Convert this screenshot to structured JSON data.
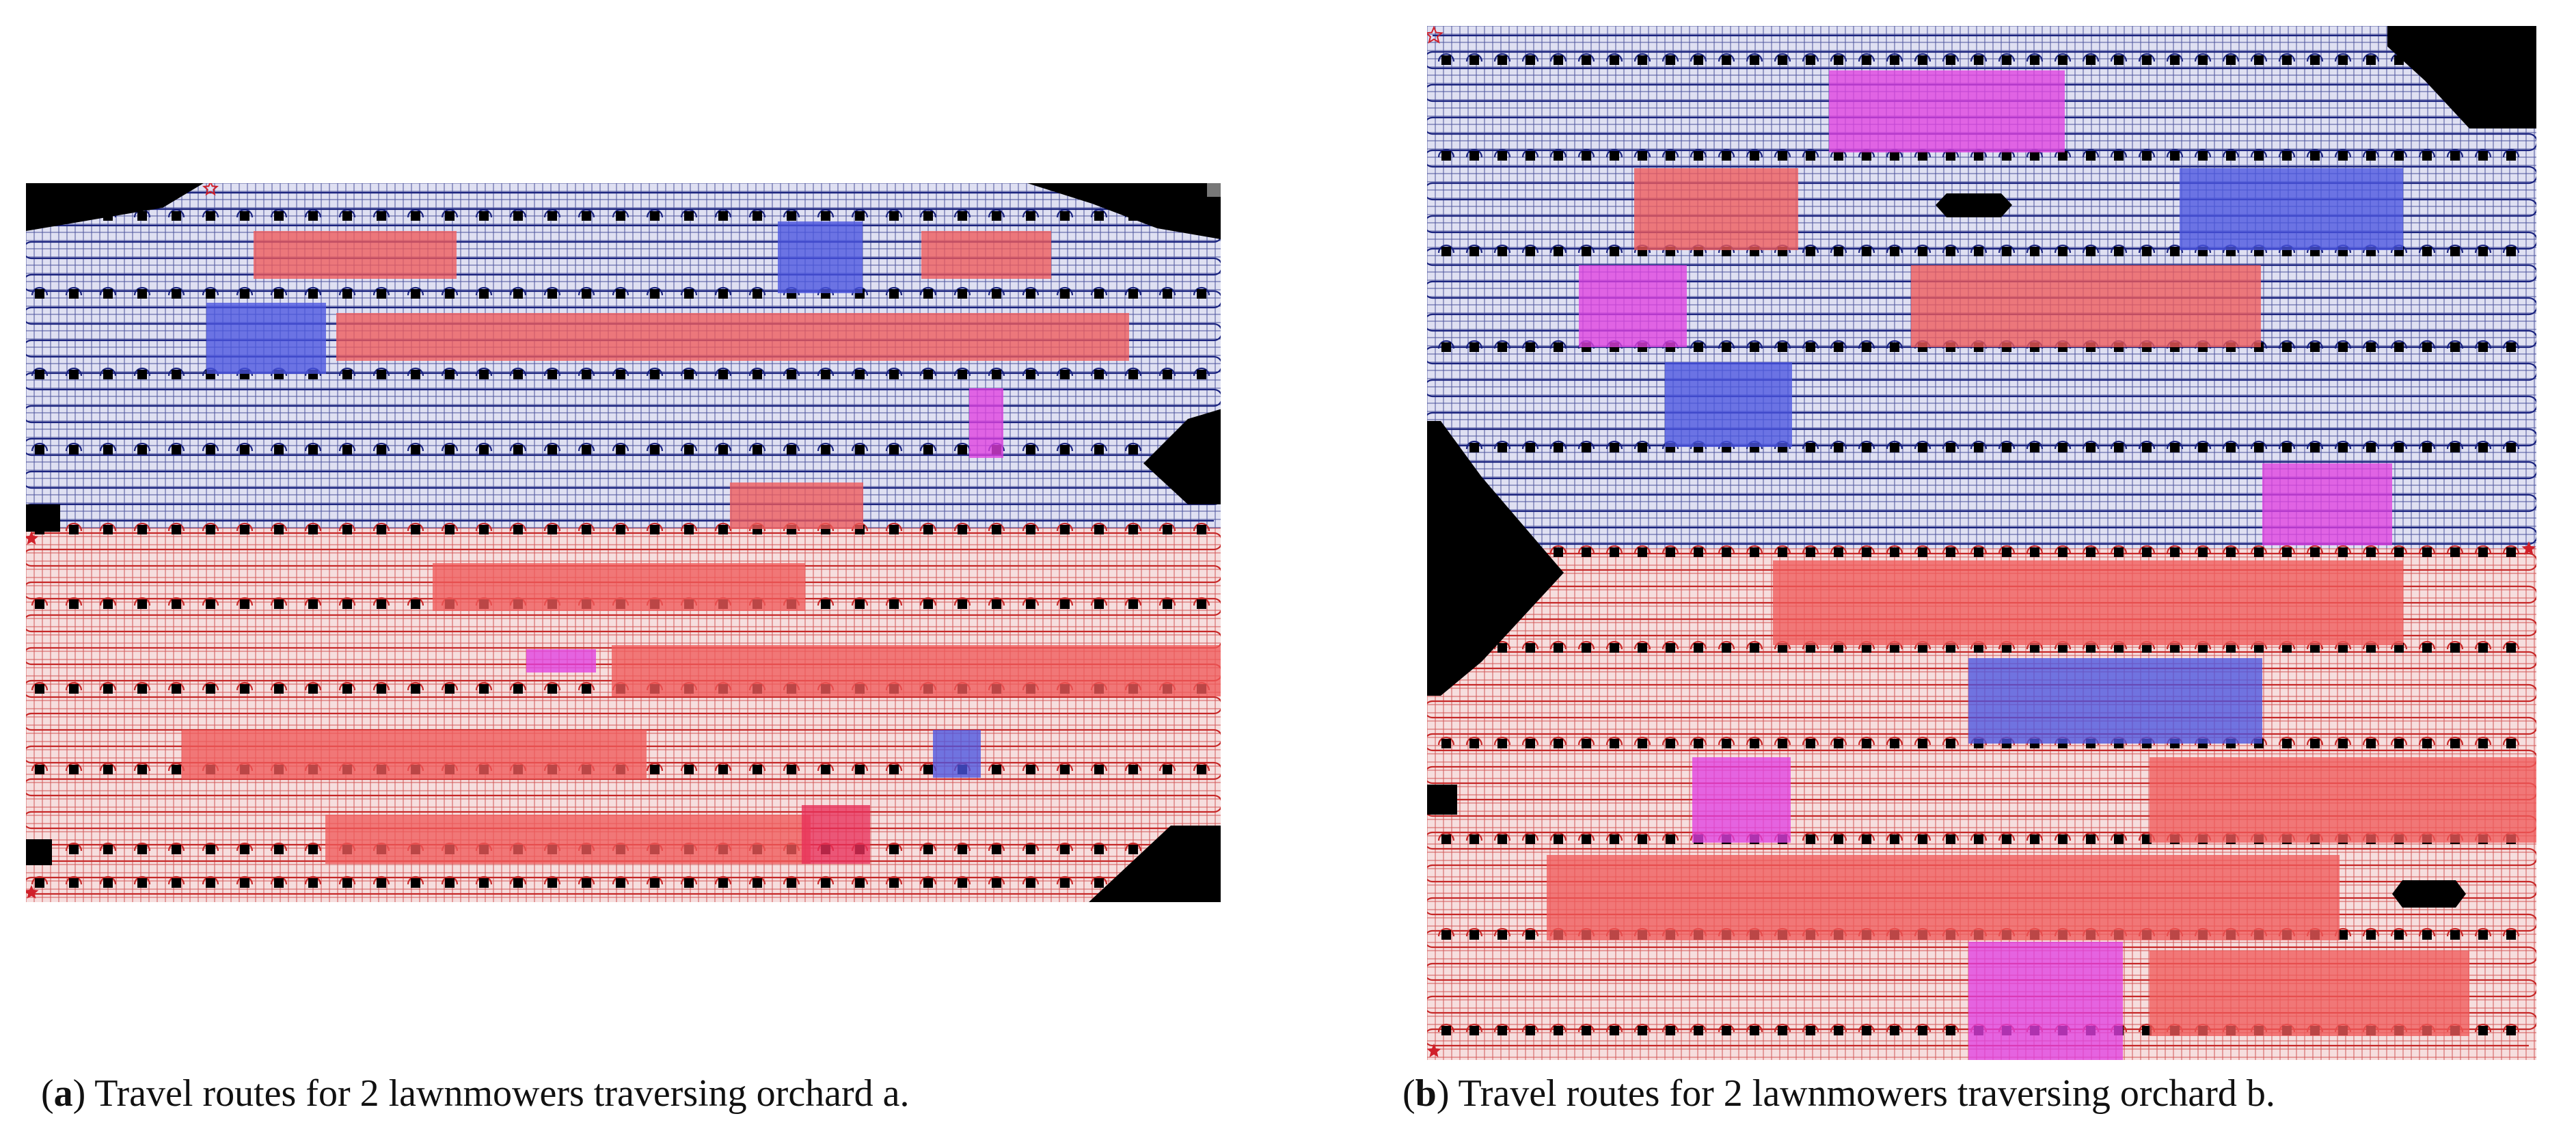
{
  "figure": {
    "panels": [
      {
        "id": "a",
        "caption": {
          "open": "(",
          "letter": "a",
          "text": ") Travel routes for 2 lawnmowers traversing orchard a."
        },
        "colors": {
          "route_top": "#1a237e",
          "fill_top": "#dfe0f2",
          "route_bottom": "#c62828",
          "fill_bottom": "#f6dede",
          "obstacle": "#000000",
          "tree": "#000000"
        },
        "legend_symbols": [
          "star-start-marker",
          "star-end-marker"
        ]
      },
      {
        "id": "b",
        "caption": {
          "open": "(",
          "letter": "b",
          "text": ") Travel routes for 2 lawnmowers traversing orchard b."
        },
        "colors": {
          "route_top": "#1a237e",
          "fill_top": "#dfe0f2",
          "route_bottom": "#c62828",
          "fill_bottom": "#f6dede",
          "obstacle": "#000000",
          "tree": "#000000"
        },
        "legend_symbols": [
          "star-start-marker",
          "star-end-marker"
        ]
      }
    ],
    "region_colors": {
      "red": "#f05a5a",
      "blue": "#4a55e0",
      "magenta": "#e040e0",
      "pink": "#e8305a"
    }
  }
}
